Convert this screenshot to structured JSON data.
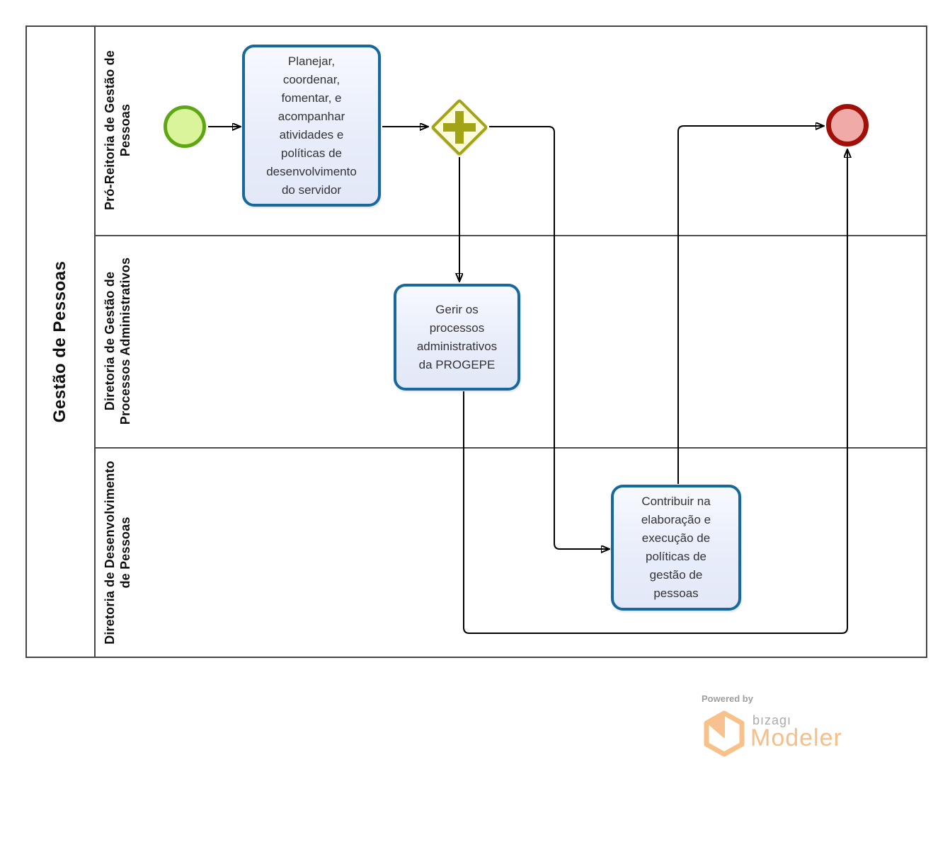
{
  "diagram": {
    "pool": {
      "label": "Gestão de Pessoas",
      "lanes": [
        {
          "label": "Pró-Reitoria de Gestão de\nPessoas"
        },
        {
          "label": "Diretoria de Gestão de\nProcessos Administrativos"
        },
        {
          "label": "Diretoria de Desenvolvimento\nde Pessoas"
        }
      ]
    },
    "nodes": {
      "start_event": {
        "type": "start-event"
      },
      "task_planejar": {
        "label": "Planejar,\ncoordenar,\nfomentar, e\nacompanhar\natividades e\npolíticas de\ndesenvolvimento\ndo servidor"
      },
      "gateway": {
        "type": "parallel-gateway",
        "icon": "plus-icon"
      },
      "task_gerir": {
        "label": "Gerir os\nprocessos\nadministrativos\nda PROGEPE"
      },
      "task_contribuir": {
        "label": "Contribuir na\nelaboração e\nexecução de\npolíticas de\ngestão de\npessoas"
      },
      "end_event": {
        "type": "end-event"
      }
    },
    "colors": {
      "task_border": "#17699C",
      "task_fill": "#E8EDFA",
      "start_border": "#5EA614",
      "start_fill": "#D9F49B",
      "end_border": "#A01008",
      "end_fill": "#F0ABA8",
      "gateway_border": "#A2A315",
      "gateway_fill": "#FCFCDC",
      "connector": "#000000",
      "lane_border": "#4D4D4D"
    }
  },
  "branding": {
    "powered_by": "Powered by",
    "brand": "bızagı",
    "product": "Modeler",
    "brand_color": "#F8BE85"
  }
}
